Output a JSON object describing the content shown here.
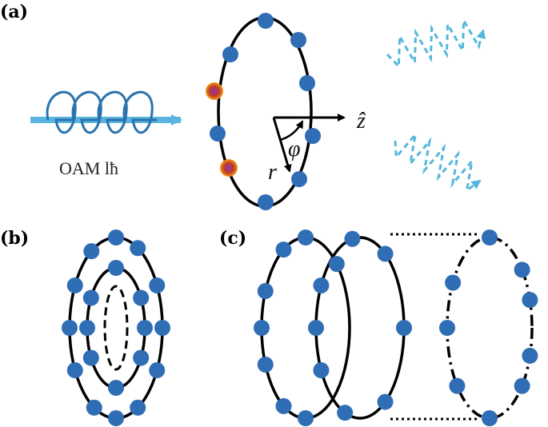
{
  "panels": {
    "a": {
      "label": "(a)",
      "beam_caption": "OAM lħ",
      "axis_z": "ẑ",
      "phi": "φ",
      "r": "r"
    },
    "b": {
      "label": "(b)"
    },
    "c": {
      "label": "(c)"
    }
  },
  "colors": {
    "dot": "#2f6db5",
    "beam": "#5ab4e0",
    "helix": "#2b73ad",
    "ring": "#000000",
    "excited_outer": "#e8452c",
    "excited_inner": "#7a3a9a",
    "photon": "#56b7dc"
  },
  "icons": [
    "helix-beam-icon",
    "photon-wave-icon"
  ]
}
